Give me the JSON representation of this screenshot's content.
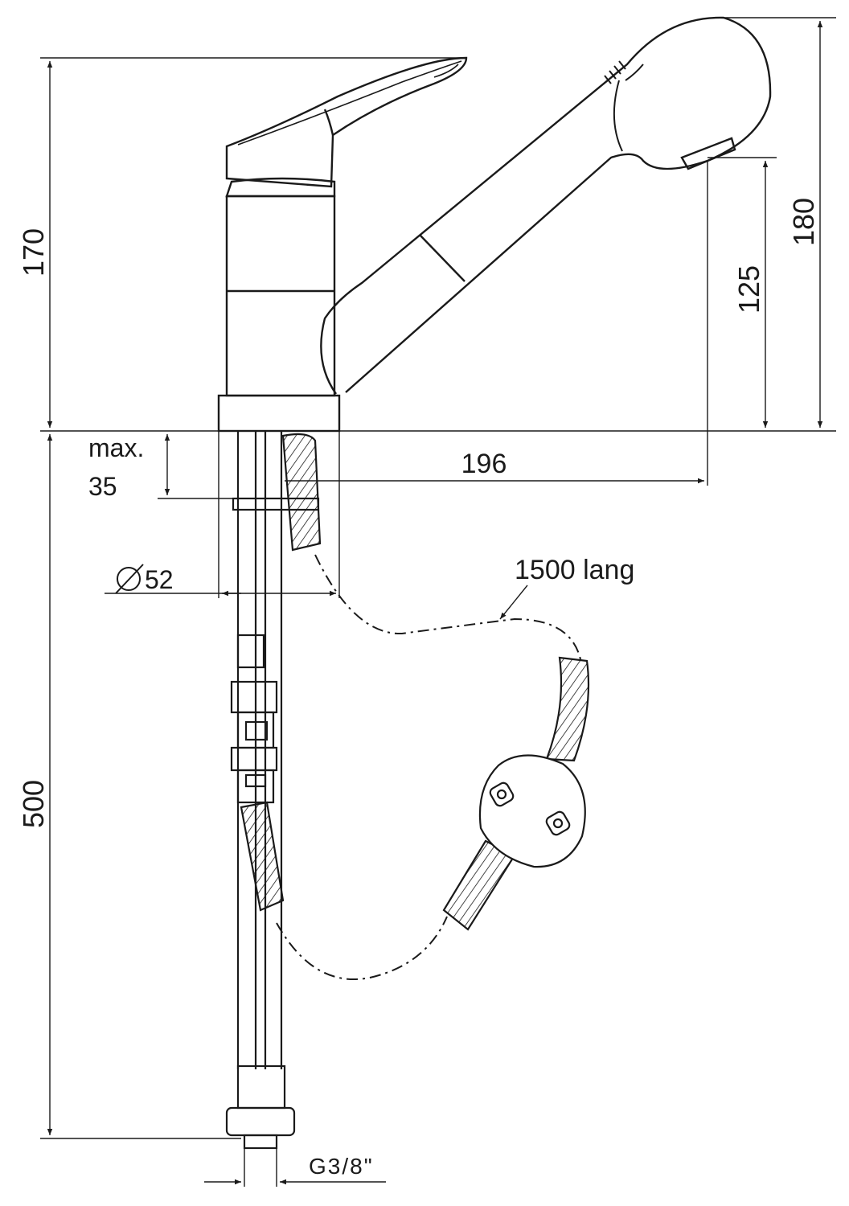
{
  "dimensions": {
    "height_170": "170",
    "height_180": "180",
    "height_125": "125",
    "reach_196": "196",
    "max_label": "max.",
    "max_value": "35",
    "diameter_label": "52",
    "hose_length": "1500 lang",
    "length_500": "500",
    "thread": "G3/8\""
  },
  "colors": {
    "line": "#1a1a1a",
    "background": "#ffffff"
  }
}
